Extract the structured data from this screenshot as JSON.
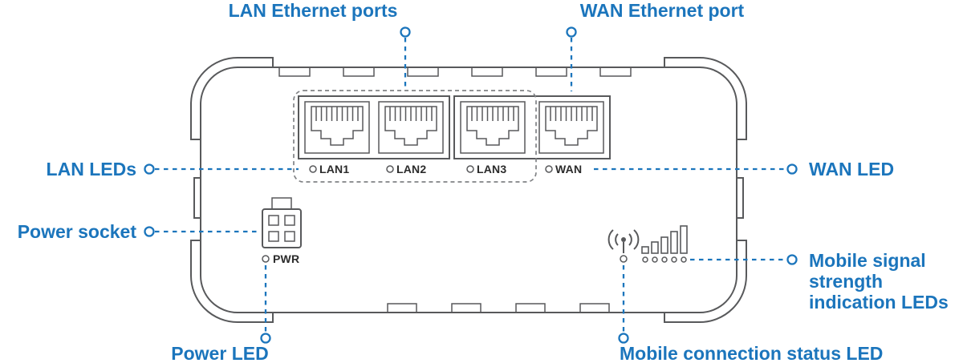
{
  "colors": {
    "accent": "#1b75bc",
    "device_outline": "#58595b",
    "device_text": "#2b2b2b"
  },
  "callouts": {
    "lan_ports": "LAN Ethernet ports",
    "wan_port": "WAN Ethernet port",
    "lan_leds": "LAN LEDs",
    "wan_led": "WAN LED",
    "power_socket": "Power socket",
    "power_led": "Power LED",
    "mobile_status": "Mobile connection status LED",
    "mobile_signal": "Mobile signal strength indication LEDs"
  },
  "device": {
    "port_labels": [
      "LAN1",
      "LAN2",
      "LAN3",
      "WAN"
    ],
    "power_label": "PWR"
  }
}
